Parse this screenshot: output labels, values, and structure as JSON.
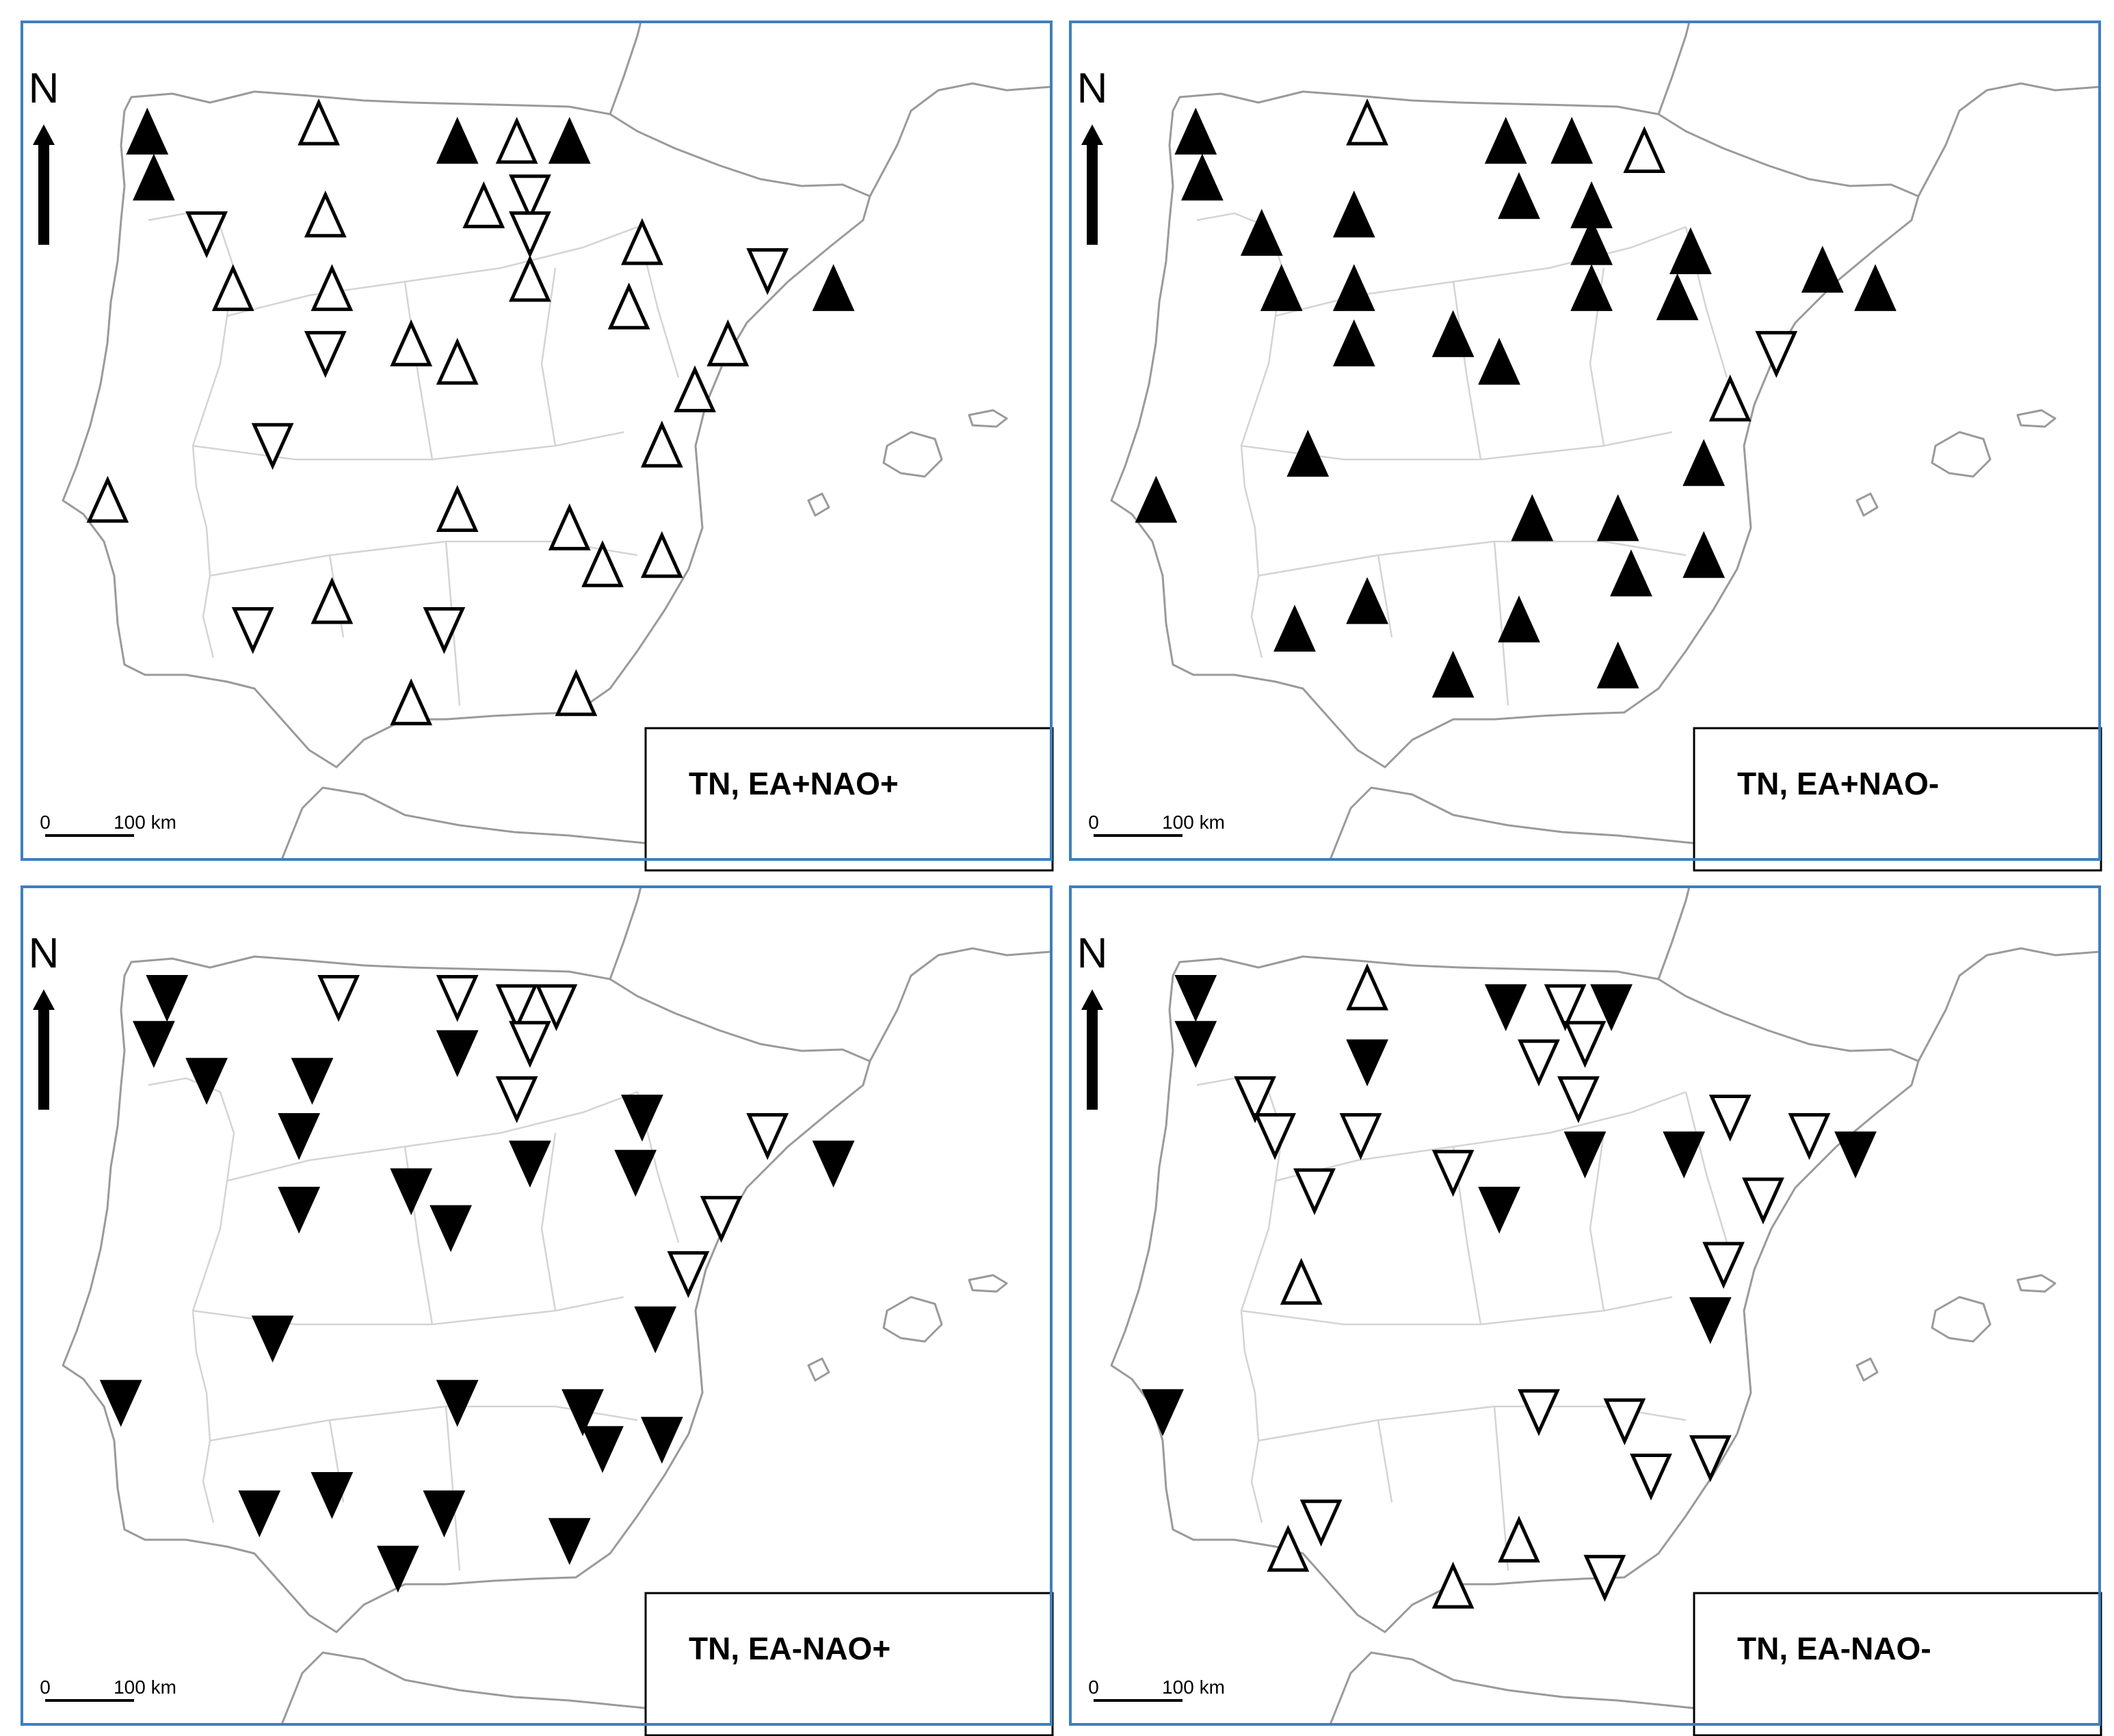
{
  "north_label": "N",
  "scale_zero_label": "0",
  "scale_label": "100 km",
  "panels": [
    {
      "title": "TN, EA+NAO+",
      "stations": [
        {
          "lon": -8.5,
          "lat": 43.4,
          "dir": "up",
          "filled": true
        },
        {
          "lon": -8.4,
          "lat": 42.9,
          "dir": "up",
          "filled": true
        },
        {
          "lon": -5.9,
          "lat": 43.5,
          "dir": "up",
          "filled": false
        },
        {
          "lon": -3.8,
          "lat": 43.3,
          "dir": "up",
          "filled": true
        },
        {
          "lon": -2.9,
          "lat": 43.3,
          "dir": "up",
          "filled": false
        },
        {
          "lon": -2.1,
          "lat": 43.3,
          "dir": "up",
          "filled": true
        },
        {
          "lon": -7.6,
          "lat": 42.3,
          "dir": "down",
          "filled": false
        },
        {
          "lon": -5.8,
          "lat": 42.5,
          "dir": "up",
          "filled": false
        },
        {
          "lon": -3.4,
          "lat": 42.6,
          "dir": "up",
          "filled": false
        },
        {
          "lon": -2.7,
          "lat": 42.7,
          "dir": "down",
          "filled": false
        },
        {
          "lon": -2.7,
          "lat": 42.3,
          "dir": "down",
          "filled": false
        },
        {
          "lon": -7.2,
          "lat": 41.7,
          "dir": "up",
          "filled": false
        },
        {
          "lon": -5.7,
          "lat": 41.7,
          "dir": "up",
          "filled": false
        },
        {
          "lon": -2.7,
          "lat": 41.8,
          "dir": "up",
          "filled": false
        },
        {
          "lon": -1.0,
          "lat": 42.2,
          "dir": "up",
          "filled": false
        },
        {
          "lon": 0.9,
          "lat": 41.9,
          "dir": "down",
          "filled": false
        },
        {
          "lon": 1.9,
          "lat": 41.7,
          "dir": "up",
          "filled": true
        },
        {
          "lon": -5.8,
          "lat": 41.0,
          "dir": "down",
          "filled": false
        },
        {
          "lon": -4.5,
          "lat": 41.1,
          "dir": "up",
          "filled": false
        },
        {
          "lon": -3.8,
          "lat": 40.9,
          "dir": "up",
          "filled": false
        },
        {
          "lon": -1.2,
          "lat": 41.5,
          "dir": "up",
          "filled": false
        },
        {
          "lon": 0.3,
          "lat": 41.1,
          "dir": "up",
          "filled": false
        },
        {
          "lon": -0.2,
          "lat": 40.6,
          "dir": "up",
          "filled": false
        },
        {
          "lon": -0.7,
          "lat": 40.0,
          "dir": "up",
          "filled": false
        },
        {
          "lon": -6.6,
          "lat": 40.0,
          "dir": "down",
          "filled": false
        },
        {
          "lon": -9.1,
          "lat": 39.4,
          "dir": "up",
          "filled": false
        },
        {
          "lon": -3.8,
          "lat": 39.3,
          "dir": "up",
          "filled": false
        },
        {
          "lon": -2.1,
          "lat": 39.1,
          "dir": "up",
          "filled": false
        },
        {
          "lon": -1.6,
          "lat": 38.7,
          "dir": "up",
          "filled": false
        },
        {
          "lon": -0.7,
          "lat": 38.8,
          "dir": "up",
          "filled": false
        },
        {
          "lon": -5.7,
          "lat": 38.3,
          "dir": "up",
          "filled": false
        },
        {
          "lon": -6.9,
          "lat": 38.0,
          "dir": "down",
          "filled": false
        },
        {
          "lon": -4.0,
          "lat": 38.0,
          "dir": "down",
          "filled": false
        },
        {
          "lon": -4.5,
          "lat": 37.2,
          "dir": "up",
          "filled": false
        },
        {
          "lon": -2.0,
          "lat": 37.3,
          "dir": "up",
          "filled": false
        }
      ]
    },
    {
      "title": "TN, EA+NAO-",
      "stations": [
        {
          "lon": -8.5,
          "lat": 43.4,
          "dir": "up",
          "filled": true
        },
        {
          "lon": -8.4,
          "lat": 42.9,
          "dir": "up",
          "filled": true
        },
        {
          "lon": -5.9,
          "lat": 43.5,
          "dir": "up",
          "filled": false
        },
        {
          "lon": -3.8,
          "lat": 43.3,
          "dir": "up",
          "filled": true
        },
        {
          "lon": -2.8,
          "lat": 43.3,
          "dir": "up",
          "filled": true
        },
        {
          "lon": -1.7,
          "lat": 43.2,
          "dir": "up",
          "filled": false
        },
        {
          "lon": -7.5,
          "lat": 42.3,
          "dir": "up",
          "filled": true
        },
        {
          "lon": -6.1,
          "lat": 42.5,
          "dir": "up",
          "filled": true
        },
        {
          "lon": -3.6,
          "lat": 42.7,
          "dir": "up",
          "filled": true
        },
        {
          "lon": -2.5,
          "lat": 42.6,
          "dir": "up",
          "filled": true
        },
        {
          "lon": -2.5,
          "lat": 42.2,
          "dir": "up",
          "filled": true
        },
        {
          "lon": -1.0,
          "lat": 42.1,
          "dir": "up",
          "filled": true
        },
        {
          "lon": -7.2,
          "lat": 41.7,
          "dir": "up",
          "filled": true
        },
        {
          "lon": -6.1,
          "lat": 41.7,
          "dir": "up",
          "filled": true
        },
        {
          "lon": -2.5,
          "lat": 41.7,
          "dir": "up",
          "filled": true
        },
        {
          "lon": -1.2,
          "lat": 41.6,
          "dir": "up",
          "filled": true
        },
        {
          "lon": 1.0,
          "lat": 41.9,
          "dir": "up",
          "filled": true
        },
        {
          "lon": 1.8,
          "lat": 41.7,
          "dir": "up",
          "filled": true
        },
        {
          "lon": -6.1,
          "lat": 41.1,
          "dir": "up",
          "filled": true
        },
        {
          "lon": -4.6,
          "lat": 41.2,
          "dir": "up",
          "filled": true
        },
        {
          "lon": -3.9,
          "lat": 40.9,
          "dir": "up",
          "filled": true
        },
        {
          "lon": 0.3,
          "lat": 41.0,
          "dir": "down",
          "filled": false
        },
        {
          "lon": -0.4,
          "lat": 40.5,
          "dir": "up",
          "filled": false
        },
        {
          "lon": -6.8,
          "lat": 39.9,
          "dir": "up",
          "filled": true
        },
        {
          "lon": -0.8,
          "lat": 39.8,
          "dir": "up",
          "filled": true
        },
        {
          "lon": -9.1,
          "lat": 39.4,
          "dir": "up",
          "filled": true
        },
        {
          "lon": -3.4,
          "lat": 39.2,
          "dir": "up",
          "filled": true
        },
        {
          "lon": -2.1,
          "lat": 39.2,
          "dir": "up",
          "filled": true
        },
        {
          "lon": -0.8,
          "lat": 38.8,
          "dir": "up",
          "filled": true
        },
        {
          "lon": -1.9,
          "lat": 38.6,
          "dir": "up",
          "filled": true
        },
        {
          "lon": -5.9,
          "lat": 38.3,
          "dir": "up",
          "filled": true
        },
        {
          "lon": -7.0,
          "lat": 38.0,
          "dir": "up",
          "filled": true
        },
        {
          "lon": -3.6,
          "lat": 38.1,
          "dir": "up",
          "filled": true
        },
        {
          "lon": -4.6,
          "lat": 37.5,
          "dir": "up",
          "filled": true
        },
        {
          "lon": -2.1,
          "lat": 37.6,
          "dir": "up",
          "filled": true
        }
      ]
    },
    {
      "title": "TN, EA-NAO+",
      "stations": [
        {
          "lon": -8.2,
          "lat": 43.4,
          "dir": "down",
          "filled": true
        },
        {
          "lon": -8.4,
          "lat": 42.9,
          "dir": "down",
          "filled": true
        },
        {
          "lon": -5.6,
          "lat": 43.4,
          "dir": "down",
          "filled": false
        },
        {
          "lon": -3.8,
          "lat": 43.4,
          "dir": "down",
          "filled": false
        },
        {
          "lon": -2.9,
          "lat": 43.3,
          "dir": "down",
          "filled": false
        },
        {
          "lon": -2.3,
          "lat": 43.3,
          "dir": "down",
          "filled": false
        },
        {
          "lon": -2.7,
          "lat": 42.9,
          "dir": "down",
          "filled": false
        },
        {
          "lon": -3.8,
          "lat": 42.8,
          "dir": "down",
          "filled": true
        },
        {
          "lon": -7.6,
          "lat": 42.5,
          "dir": "down",
          "filled": true
        },
        {
          "lon": -6.0,
          "lat": 42.5,
          "dir": "down",
          "filled": true
        },
        {
          "lon": -2.9,
          "lat": 42.3,
          "dir": "down",
          "filled": false
        },
        {
          "lon": -6.2,
          "lat": 41.9,
          "dir": "down",
          "filled": true
        },
        {
          "lon": -1.0,
          "lat": 42.1,
          "dir": "down",
          "filled": true
        },
        {
          "lon": -2.7,
          "lat": 41.6,
          "dir": "down",
          "filled": true
        },
        {
          "lon": -1.1,
          "lat": 41.5,
          "dir": "down",
          "filled": true
        },
        {
          "lon": 0.9,
          "lat": 41.9,
          "dir": "down",
          "filled": false
        },
        {
          "lon": 1.9,
          "lat": 41.6,
          "dir": "down",
          "filled": true
        },
        {
          "lon": -6.2,
          "lat": 41.1,
          "dir": "down",
          "filled": true
        },
        {
          "lon": -4.5,
          "lat": 41.3,
          "dir": "down",
          "filled": true
        },
        {
          "lon": -3.9,
          "lat": 40.9,
          "dir": "down",
          "filled": true
        },
        {
          "lon": 0.2,
          "lat": 41.0,
          "dir": "down",
          "filled": false
        },
        {
          "lon": -0.3,
          "lat": 40.4,
          "dir": "down",
          "filled": false
        },
        {
          "lon": -0.8,
          "lat": 39.8,
          "dir": "down",
          "filled": true
        },
        {
          "lon": -6.6,
          "lat": 39.7,
          "dir": "down",
          "filled": true
        },
        {
          "lon": -8.9,
          "lat": 39.0,
          "dir": "down",
          "filled": true
        },
        {
          "lon": -3.8,
          "lat": 39.0,
          "dir": "down",
          "filled": true
        },
        {
          "lon": -1.9,
          "lat": 38.9,
          "dir": "down",
          "filled": true
        },
        {
          "lon": -0.7,
          "lat": 38.6,
          "dir": "down",
          "filled": true
        },
        {
          "lon": -1.6,
          "lat": 38.5,
          "dir": "down",
          "filled": true
        },
        {
          "lon": -5.7,
          "lat": 38.0,
          "dir": "down",
          "filled": true
        },
        {
          "lon": -6.8,
          "lat": 37.8,
          "dir": "down",
          "filled": true
        },
        {
          "lon": -4.0,
          "lat": 37.8,
          "dir": "down",
          "filled": true
        },
        {
          "lon": -4.7,
          "lat": 37.2,
          "dir": "down",
          "filled": true
        },
        {
          "lon": -2.1,
          "lat": 37.5,
          "dir": "down",
          "filled": true
        }
      ]
    },
    {
      "title": "TN, EA-NAO-",
      "stations": [
        {
          "lon": -8.5,
          "lat": 43.4,
          "dir": "down",
          "filled": true
        },
        {
          "lon": -8.5,
          "lat": 42.9,
          "dir": "down",
          "filled": true
        },
        {
          "lon": -5.9,
          "lat": 43.5,
          "dir": "up",
          "filled": false
        },
        {
          "lon": -3.8,
          "lat": 43.3,
          "dir": "down",
          "filled": true
        },
        {
          "lon": -2.9,
          "lat": 43.3,
          "dir": "down",
          "filled": false
        },
        {
          "lon": -2.2,
          "lat": 43.3,
          "dir": "down",
          "filled": true
        },
        {
          "lon": -2.6,
          "lat": 42.9,
          "dir": "down",
          "filled": false
        },
        {
          "lon": -3.3,
          "lat": 42.7,
          "dir": "down",
          "filled": false
        },
        {
          "lon": -5.9,
          "lat": 42.7,
          "dir": "down",
          "filled": true
        },
        {
          "lon": -7.6,
          "lat": 42.3,
          "dir": "down",
          "filled": false
        },
        {
          "lon": -2.7,
          "lat": 42.3,
          "dir": "down",
          "filled": false
        },
        {
          "lon": -7.3,
          "lat": 41.9,
          "dir": "down",
          "filled": false
        },
        {
          "lon": -6.0,
          "lat": 41.9,
          "dir": "down",
          "filled": false
        },
        {
          "lon": -2.6,
          "lat": 41.7,
          "dir": "down",
          "filled": true
        },
        {
          "lon": -0.4,
          "lat": 42.1,
          "dir": "down",
          "filled": false
        },
        {
          "lon": -1.1,
          "lat": 41.7,
          "dir": "down",
          "filled": true
        },
        {
          "lon": 0.8,
          "lat": 41.9,
          "dir": "down",
          "filled": false
        },
        {
          "lon": 1.5,
          "lat": 41.7,
          "dir": "down",
          "filled": true
        },
        {
          "lon": -6.7,
          "lat": 41.3,
          "dir": "down",
          "filled": false
        },
        {
          "lon": -4.6,
          "lat": 41.5,
          "dir": "down",
          "filled": false
        },
        {
          "lon": -3.9,
          "lat": 41.1,
          "dir": "down",
          "filled": true
        },
        {
          "lon": 0.1,
          "lat": 41.2,
          "dir": "down",
          "filled": false
        },
        {
          "lon": -0.5,
          "lat": 40.5,
          "dir": "down",
          "filled": false
        },
        {
          "lon": -6.9,
          "lat": 40.3,
          "dir": "up",
          "filled": false
        },
        {
          "lon": -0.7,
          "lat": 39.9,
          "dir": "down",
          "filled": true
        },
        {
          "lon": -9.0,
          "lat": 38.9,
          "dir": "down",
          "filled": true
        },
        {
          "lon": -3.3,
          "lat": 38.9,
          "dir": "down",
          "filled": false
        },
        {
          "lon": -2.0,
          "lat": 38.8,
          "dir": "down",
          "filled": false
        },
        {
          "lon": -0.7,
          "lat": 38.4,
          "dir": "down",
          "filled": false
        },
        {
          "lon": -1.6,
          "lat": 38.2,
          "dir": "down",
          "filled": false
        },
        {
          "lon": -6.6,
          "lat": 37.7,
          "dir": "down",
          "filled": false
        },
        {
          "lon": -7.1,
          "lat": 37.4,
          "dir": "up",
          "filled": false
        },
        {
          "lon": -3.6,
          "lat": 37.5,
          "dir": "up",
          "filled": false
        },
        {
          "lon": -4.6,
          "lat": 37.0,
          "dir": "up",
          "filled": false
        },
        {
          "lon": -2.3,
          "lat": 37.1,
          "dir": "down",
          "filled": false
        }
      ]
    }
  ]
}
